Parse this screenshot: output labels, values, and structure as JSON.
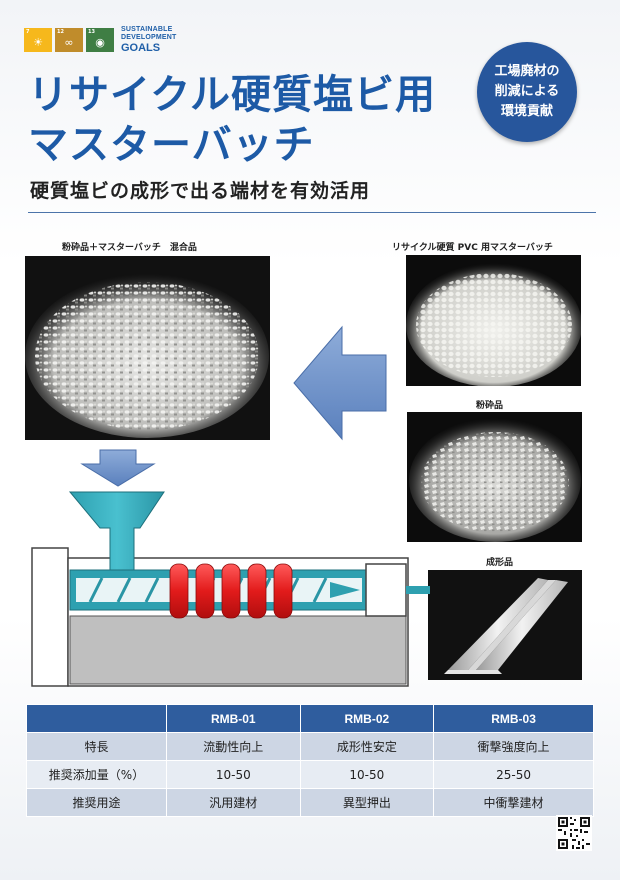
{
  "sdg": {
    "tiles": [
      {
        "num": "7",
        "color": "#f6b81c",
        "icon": "sun-icon"
      },
      {
        "num": "12",
        "color": "#c08c2b",
        "icon": "infinity-icon"
      },
      {
        "num": "13",
        "color": "#3f7e44",
        "icon": "globe-eye-icon"
      }
    ],
    "line1": "SUSTAINABLE",
    "line2": "DEVELOPMENT",
    "line3": "GOALS"
  },
  "title": {
    "line1": "リサイクル硬質塩ビ用",
    "line2": "マスターバッチ"
  },
  "badge": {
    "line1": "工場廃材の",
    "line2": "削減による",
    "line3": "環境貢献"
  },
  "subtitle": "硬質塩ビの成形で出る端材を有効活用",
  "captions": {
    "mixed": "粉砕品＋マスターバッチ　混合品",
    "masterbatch": "リサイクル硬質 PVC 用マスターバッチ",
    "crushed": "粉砕品",
    "molded": "成形品"
  },
  "table": {
    "headers": [
      "",
      "RMB-01",
      "RMB-02",
      "RMB-03"
    ],
    "rows": [
      {
        "label": "特長",
        "values": [
          "流動性向上",
          "成形性安定",
          "衝撃強度向上"
        ]
      },
      {
        "label": "推奨添加量（%）",
        "values": [
          "10-50",
          "10-50",
          "25-50"
        ]
      },
      {
        "label": "推奨用途",
        "values": [
          "汎用建材",
          "異型押出",
          "中衝撃建材"
        ]
      }
    ]
  },
  "colors": {
    "brand_blue": "#1d5aa6",
    "header_blue": "#2f5d9e",
    "hopper_cyan": "#33a9b8",
    "heater_red": "#e41e1e",
    "arrow_blue": "#6b8fc8"
  }
}
